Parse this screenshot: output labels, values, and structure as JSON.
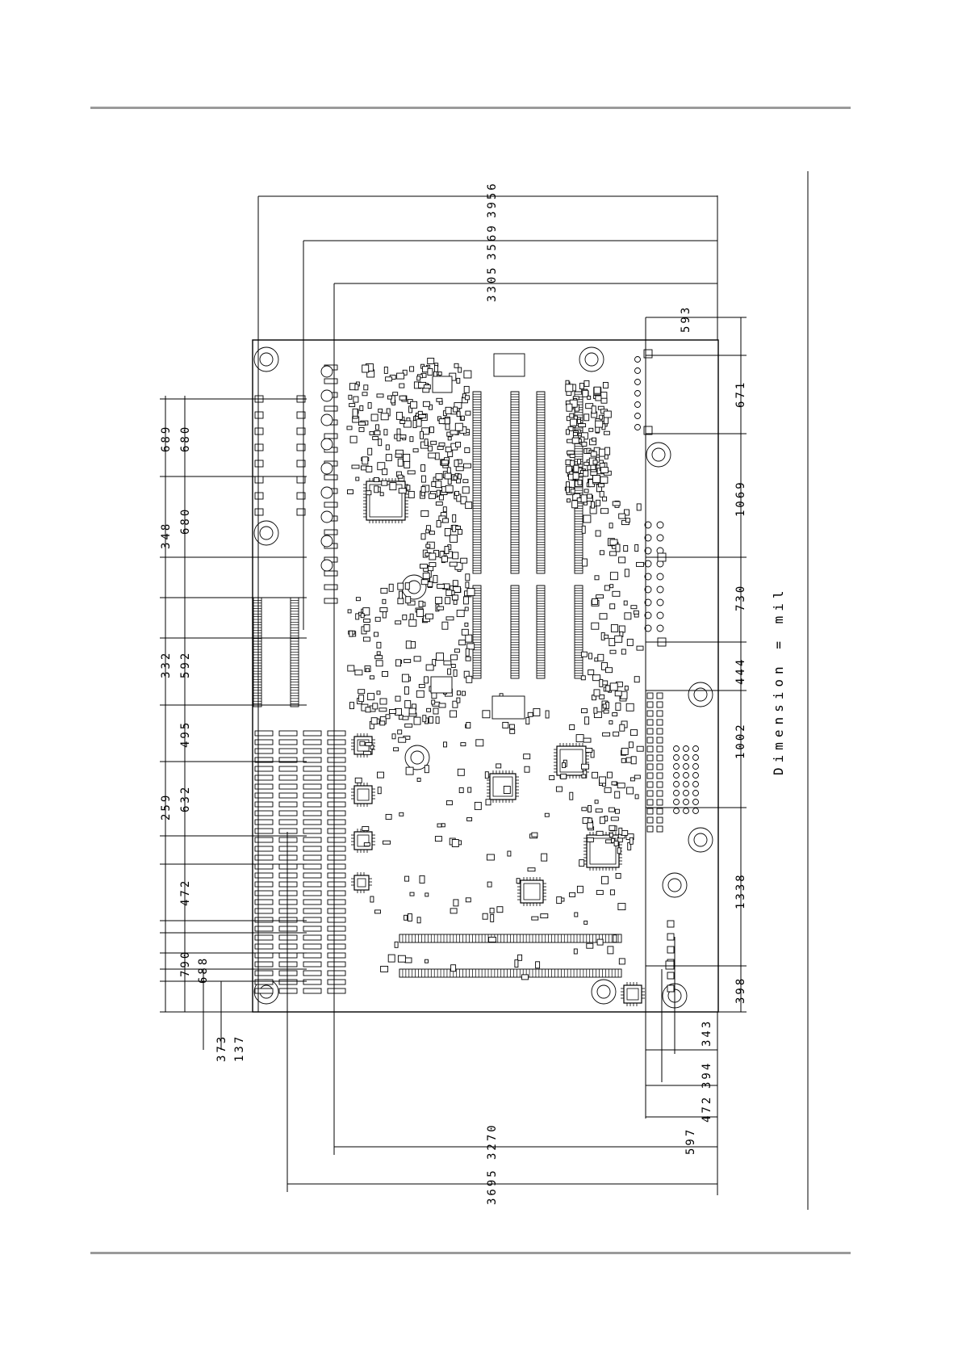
{
  "page": {
    "header_rule": true,
    "footer_rule": true
  },
  "unit_note": "Dimension = mil",
  "dimensions": {
    "top": [
      "3956",
      "3569",
      "3305"
    ],
    "bottom": [
      "3270",
      "3695"
    ],
    "left": [
      "689",
      "680",
      "680",
      "348",
      "332",
      "592",
      "495",
      "632",
      "259",
      "472",
      "790",
      "688",
      "373",
      "137"
    ],
    "right": [
      "593",
      "671",
      "1069",
      "730",
      "444",
      "1002",
      "1338",
      "398"
    ],
    "lower_right": [
      "343",
      "394",
      "472",
      "597"
    ]
  },
  "colors": {
    "ink": "#000000",
    "rule": "#9a9a9a",
    "paper": "#ffffff"
  }
}
